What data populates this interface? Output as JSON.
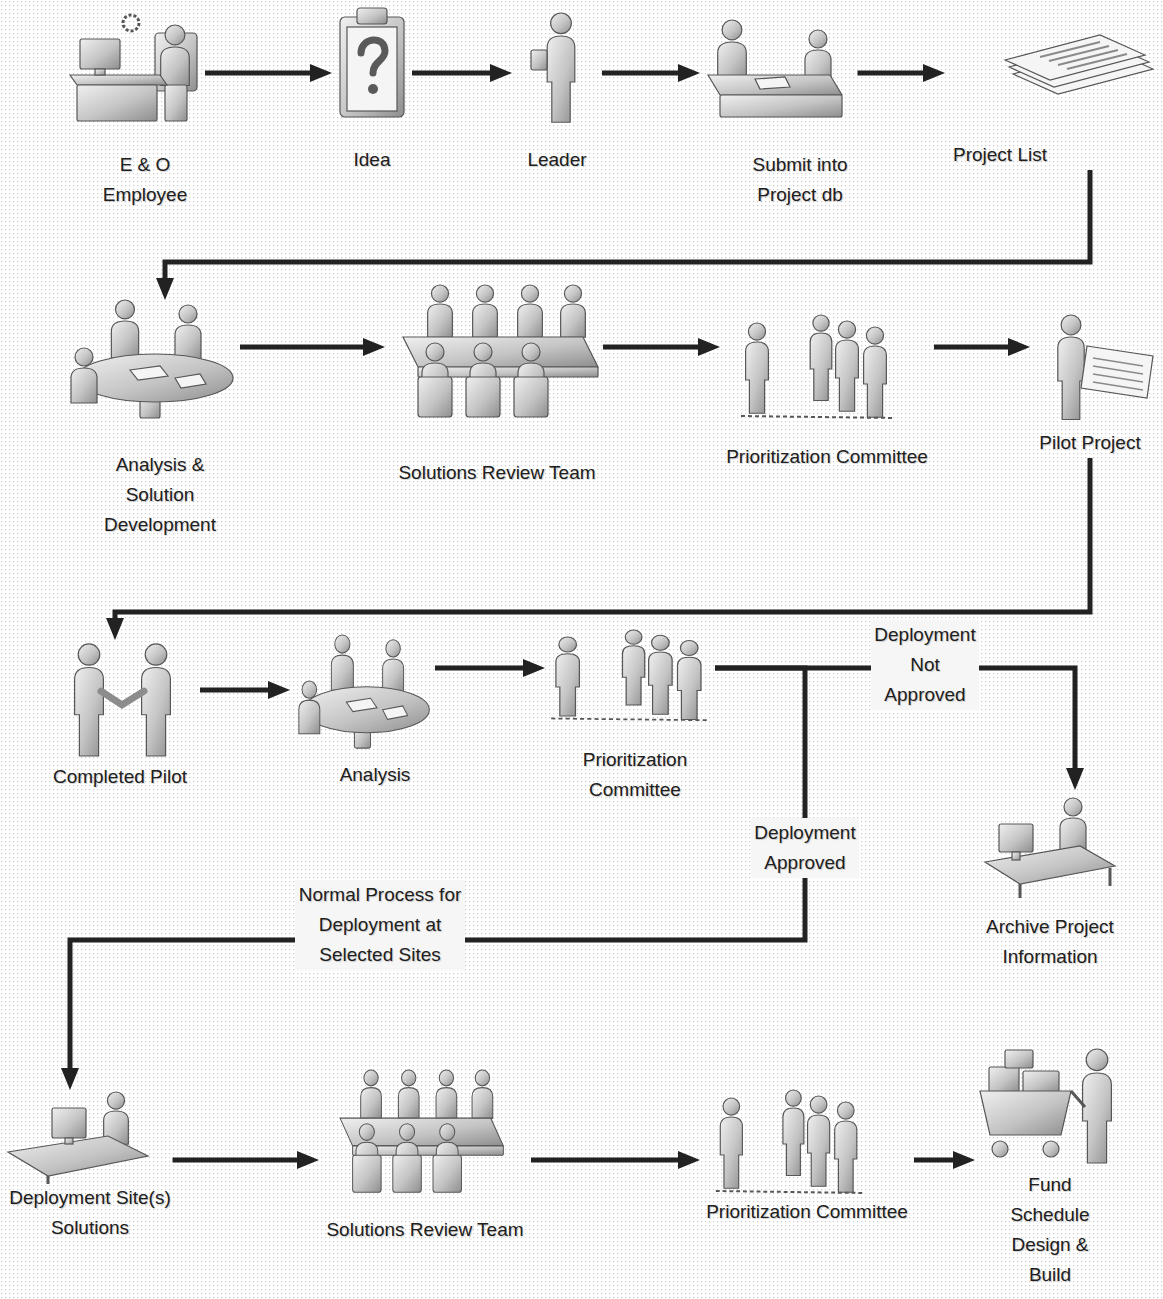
{
  "diagram": {
    "nodes": [
      {
        "text": [
          "E & O Employee"
        ]
      },
      {
        "text": [
          "Idea"
        ]
      },
      {
        "text": [
          "Leader"
        ]
      },
      {
        "text": [
          "Submit into Project db"
        ]
      },
      {
        "text": [
          "Project List"
        ]
      },
      {
        "text": [
          "Analysis & Solution Development"
        ]
      },
      {
        "text": [
          "Solutions Review Team"
        ]
      },
      {
        "text": [
          "Prioritization Committee"
        ]
      },
      {
        "text": [
          "Pilot Project"
        ]
      },
      {
        "text": [
          "Completed Pilot"
        ]
      },
      {
        "text": [
          "Analysis"
        ]
      },
      {
        "text": [
          "Prioritization Committee"
        ]
      },
      {
        "text": [
          "Archive Project Information"
        ]
      },
      {
        "text": [
          "Deployment Site(s) Solutions"
        ]
      },
      {
        "text": [
          "Solutions Review Team"
        ]
      },
      {
        "text": [
          "Prioritization Committee"
        ]
      },
      {
        "text": [
          "Fund Schedule Design & Build"
        ]
      }
    ],
    "edges": [
      {
        "from": 0,
        "to": 1,
        "arrow": "to"
      },
      {
        "from": 1,
        "to": 2,
        "arrow": "to"
      },
      {
        "from": 2,
        "to": 3,
        "arrow": "to"
      },
      {
        "from": 3,
        "to": 4,
        "arrow": "to"
      },
      {
        "from": 4,
        "to": 5,
        "arrow": "to"
      },
      {
        "from": 5,
        "to": 6,
        "arrow": "to"
      },
      {
        "from": 6,
        "to": 7,
        "arrow": "to"
      },
      {
        "from": 7,
        "to": 8,
        "arrow": "to"
      },
      {
        "from": 8,
        "to": 9,
        "arrow": "to"
      },
      {
        "from": 9,
        "to": 10,
        "arrow": "to"
      },
      {
        "from": 10,
        "to": 11,
        "arrow": "to"
      },
      {
        "from": 11,
        "to": 12,
        "label": "Deployment Not Approved",
        "arrow": "to"
      },
      {
        "from": 11,
        "to": 13,
        "label": "Deployment Approved",
        "arrow": "to"
      },
      {
        "from": 13,
        "to": 14,
        "arrow": "to"
      },
      {
        "from": 14,
        "to": 15,
        "arrow": "to"
      },
      {
        "from": 15,
        "to": 16,
        "arrow": "to"
      }
    ],
    "labels": [
      "Normal Process for Deployment at Selected Sites"
    ]
  }
}
